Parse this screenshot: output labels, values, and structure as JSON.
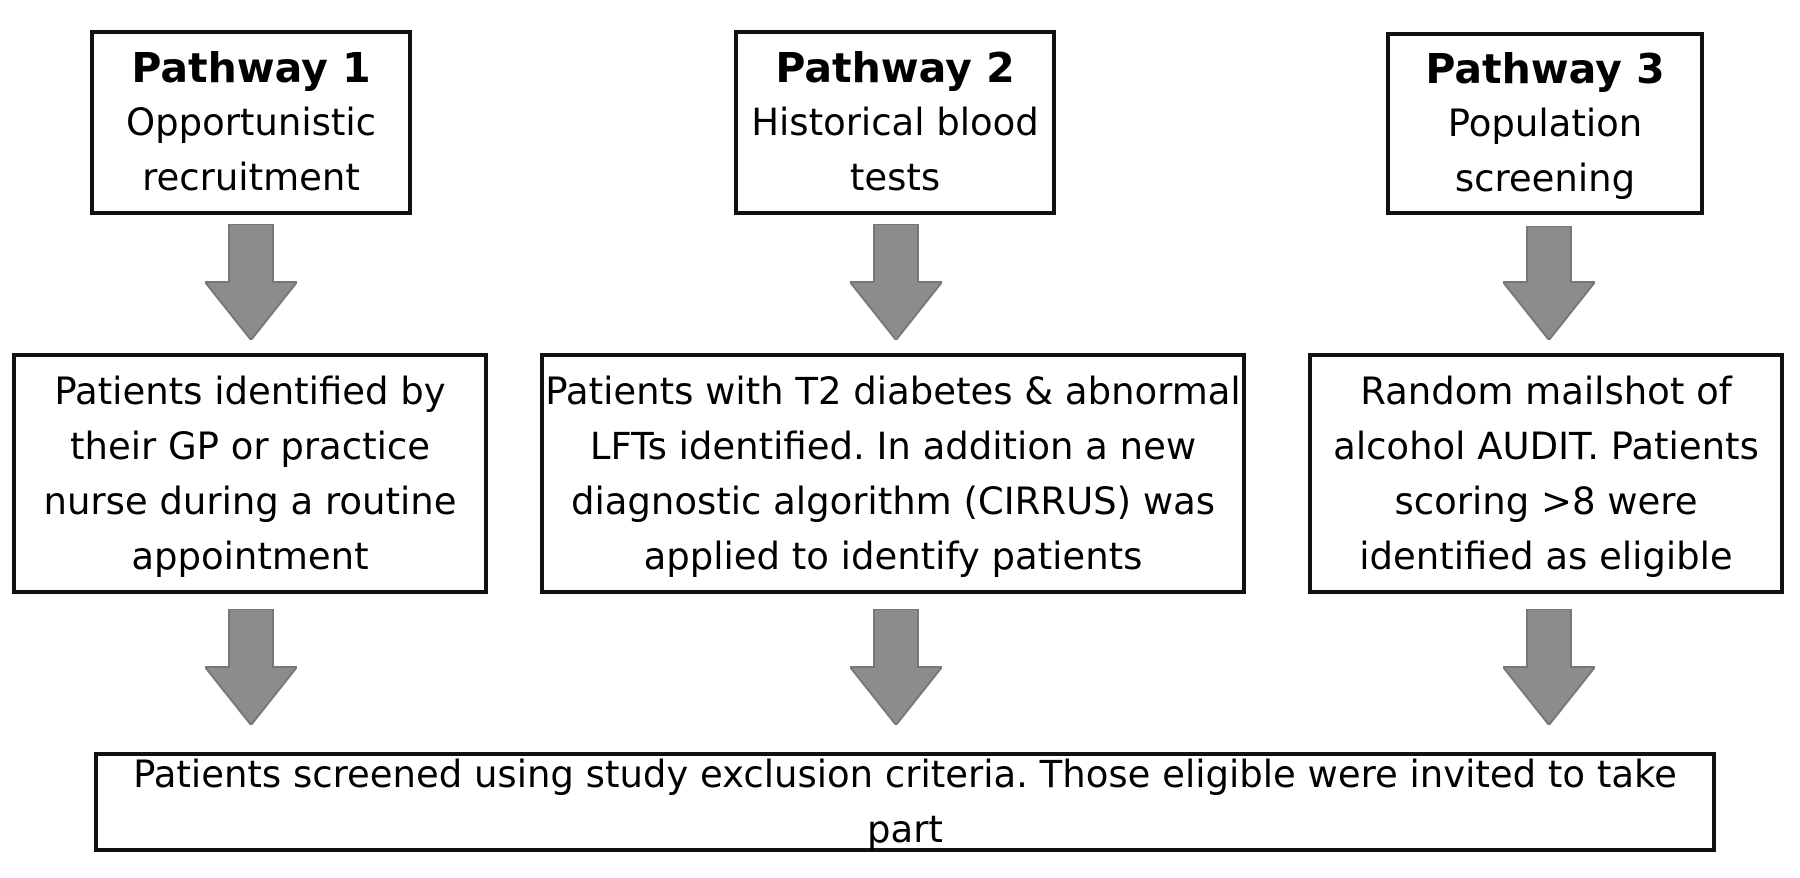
{
  "pathways": [
    {
      "title": "Pathway 1",
      "subtitle_lines": [
        "Opportunistic",
        "recruitment"
      ],
      "description_lines": [
        "Patients identified by",
        "their GP or practice",
        "nurse during a routine",
        "appointment"
      ]
    },
    {
      "title": "Pathway 2",
      "subtitle_lines": [
        "Historical blood",
        "tests"
      ],
      "description_lines": [
        "Patients with T2 diabetes & abnormal",
        "LFTs identified. In addition a new",
        "diagnostic algorithm (CIRRUS) was",
        "applied to identify patients"
      ]
    },
    {
      "title": "Pathway 3",
      "subtitle_lines": [
        "Population",
        "screening"
      ],
      "description_lines": [
        "Random mailshot of",
        "alcohol AUDIT. Patients",
        "scoring >8 were",
        "identified as eligible"
      ]
    }
  ],
  "final_step": "Patients screened using study exclusion criteria. Those eligible were invited to take part",
  "colors": {
    "border": "#111111",
    "arrow": "#8c8c8c",
    "background": "#ffffff"
  }
}
